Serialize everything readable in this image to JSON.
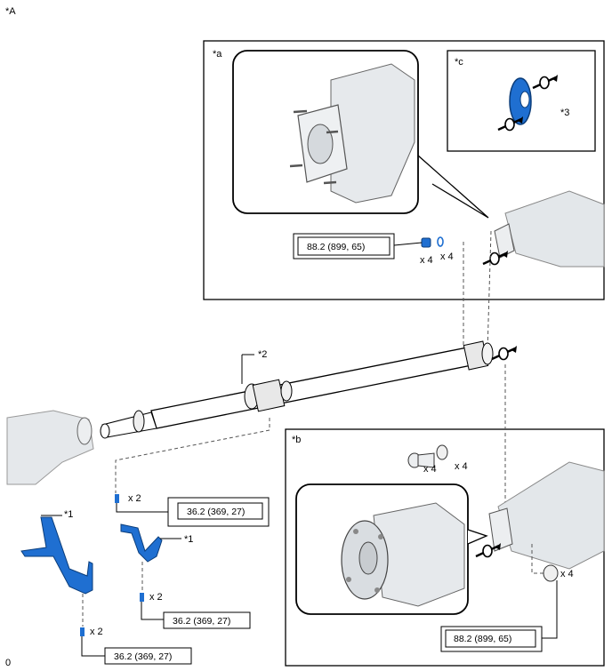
{
  "figure_id": "*A",
  "corner_label": "0",
  "callouts": {
    "a": "*a",
    "b": "*b",
    "c": "*c",
    "one_a": "*1",
    "one_b": "*1",
    "two": "*2",
    "three": "*3"
  },
  "quantities": {
    "nut_a": "x 4",
    "washer_a": "x 4",
    "bolt_b": "x 4",
    "washer_b": "x 4",
    "nut_b": "x 4",
    "bolt_upper": "x 2",
    "bolt_mid": "x 2",
    "bolt_lower": "x 2"
  },
  "torques": {
    "rear_flange": "88.2 (899, 65)",
    "front_flange": "88.2 (899, 65)",
    "bracket_upper": "36.2 (369, 27)",
    "bracket_mid": "36.2 (369, 27)",
    "bracket_lower": "36.2 (369, 27)"
  },
  "colors": {
    "part_blue": "#1f6fd1",
    "line": "#000000",
    "housing_gray": "#dfe3e7",
    "dash": "#555555"
  },
  "icons": [
    "alignment-mark-icon"
  ]
}
